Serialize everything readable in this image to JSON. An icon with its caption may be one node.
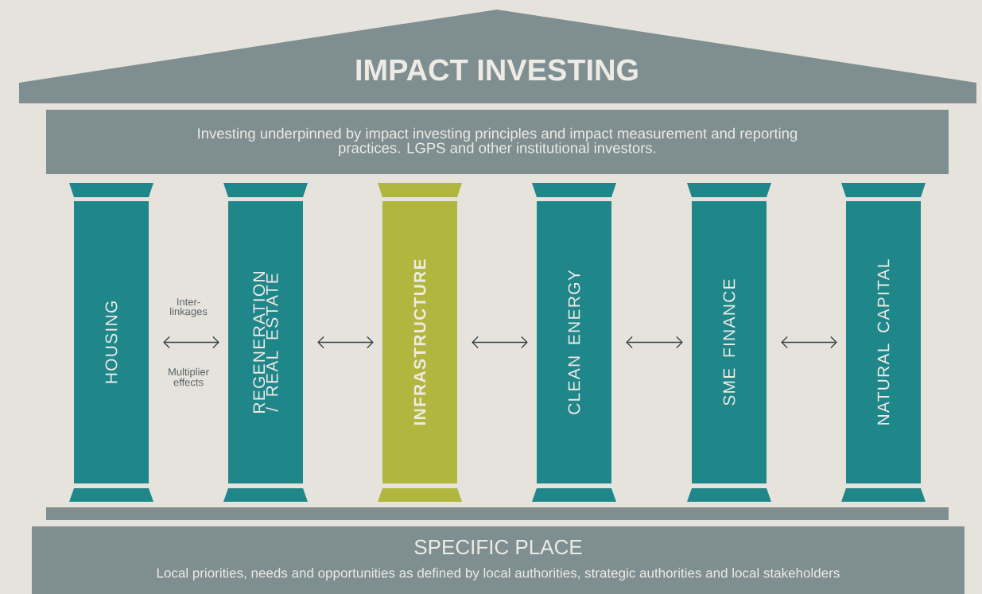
{
  "diagram": {
    "nodes": [
      {
        "text": [
          "IMPACT INVESTING"
        ]
      },
      {
        "text": [
          "Investing underpinned by impact investing principles and impact measurement and reporting practices. LGPS and other institutional investors."
        ]
      },
      {
        "text": [
          "HOUSING"
        ]
      },
      {
        "text": [
          "REGENERATION / REAL ESTATE"
        ]
      },
      {
        "text": [
          "INFRASTRUCTURE"
        ]
      },
      {
        "text": [
          "CLEAN ENERGY"
        ]
      },
      {
        "text": [
          "SME FINANCE"
        ]
      },
      {
        "text": [
          "NATURAL CAPITAL"
        ]
      },
      {
        "text": [
          "SPECIFIC PLACE",
          "Local priorities, needs and opportunities as defined by local authorities, strategic authorities and local stakeholders"
        ]
      }
    ],
    "edges": [
      {
        "from": 2,
        "to": 3,
        "arrow": "both"
      },
      {
        "from": 3,
        "to": 4,
        "arrow": "both"
      },
      {
        "from": 4,
        "to": 5,
        "arrow": "both"
      },
      {
        "from": 5,
        "to": 6,
        "arrow": "both"
      },
      {
        "from": 6,
        "to": 7,
        "arrow": "both"
      }
    ],
    "labels": [
      "Inter-linkages",
      "Multiplier effects"
    ]
  }
}
